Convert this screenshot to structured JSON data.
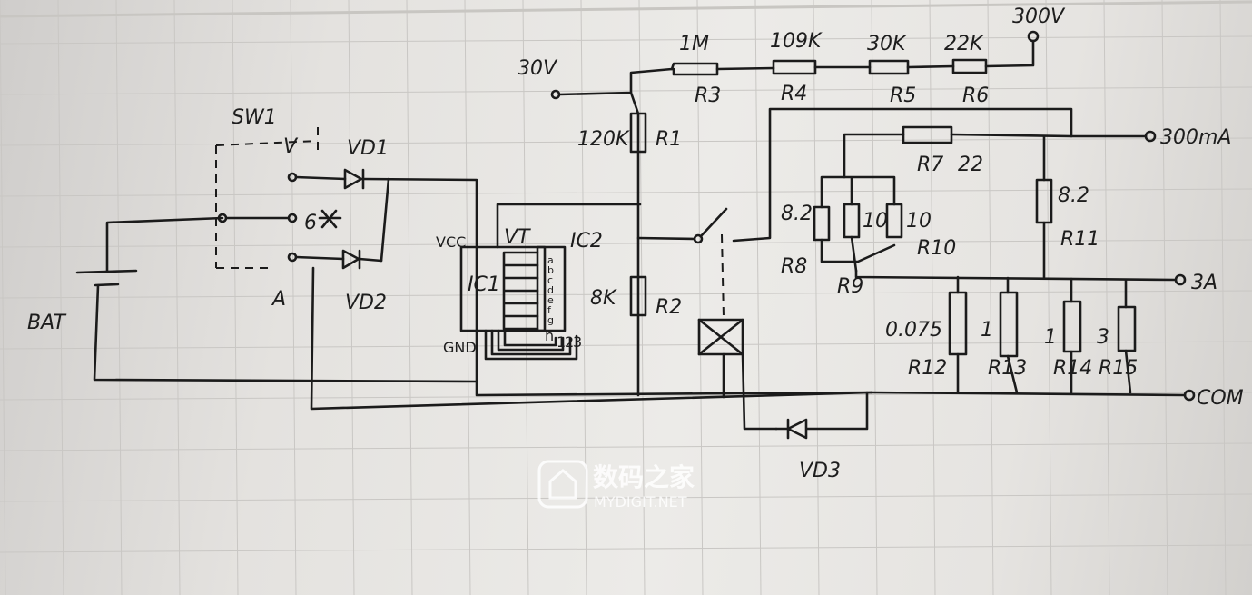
{
  "title": "Hand-drawn multimeter schematic",
  "terminals": {
    "v30": "30V",
    "v300": "300V",
    "ma300": "300mA",
    "a3": "3A",
    "com": "COM"
  },
  "switch": {
    "label": "SW1",
    "pos_v": "V",
    "pos_mid": "6",
    "pos_a": "A"
  },
  "battery": "BAT",
  "diodes": {
    "vd1": "VD1",
    "vd2": "VD2",
    "vd3": "VD3"
  },
  "ics": {
    "ic1": "IC1",
    "ic2": "IC2",
    "vcc": "VCC",
    "gnd": "GND",
    "vt": "VT",
    "pins_side": [
      "a",
      "b",
      "c",
      "d",
      "e",
      "f",
      "g"
    ],
    "pins_bottom": [
      "h",
      "1",
      "2",
      "3"
    ]
  },
  "resistors": [
    {
      "ref": "R1",
      "value": "120K"
    },
    {
      "ref": "R2",
      "value": "8K"
    },
    {
      "ref": "R3",
      "value": "1M"
    },
    {
      "ref": "R4",
      "value": "109K"
    },
    {
      "ref": "R5",
      "value": "30K"
    },
    {
      "ref": "R6",
      "value": "22K"
    },
    {
      "ref": "R7",
      "value": "22"
    },
    {
      "ref": "R8",
      "value": "8.2"
    },
    {
      "ref": "R9",
      "value": "10"
    },
    {
      "ref": "R10",
      "value": "10"
    },
    {
      "ref": "R11",
      "value": "8.2"
    },
    {
      "ref": "R12",
      "value": "0.075"
    },
    {
      "ref": "R13",
      "value": "1"
    },
    {
      "ref": "R14",
      "value": "1"
    },
    {
      "ref": "R15",
      "value": "3"
    }
  ],
  "watermark": {
    "name": "数码之家",
    "url": "MYDIGIT.NET"
  }
}
